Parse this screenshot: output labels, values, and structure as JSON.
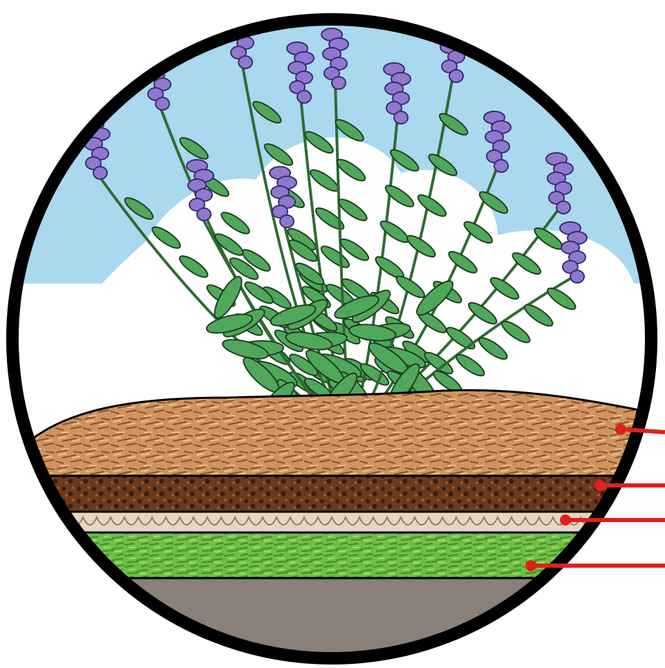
{
  "diagram": {
    "subject": "lavender-plant",
    "layers": [
      {
        "id": "wood-chip-mulch",
        "color": "#c98e58"
      },
      {
        "id": "compost",
        "color": "#6b3a1e"
      },
      {
        "id": "cardboard",
        "color": "#e7d6c1"
      },
      {
        "id": "grass-clippings",
        "color": "#6fbf45"
      },
      {
        "id": "soil",
        "color": "#8a8078"
      }
    ],
    "arrow_color": "#e0201c",
    "sky_color": "#a9d8ef",
    "cloud_color": "#ffffff",
    "leaf_color": "#4fa85a",
    "flower_color": "#8f79cf",
    "outline_color": "#000000"
  }
}
